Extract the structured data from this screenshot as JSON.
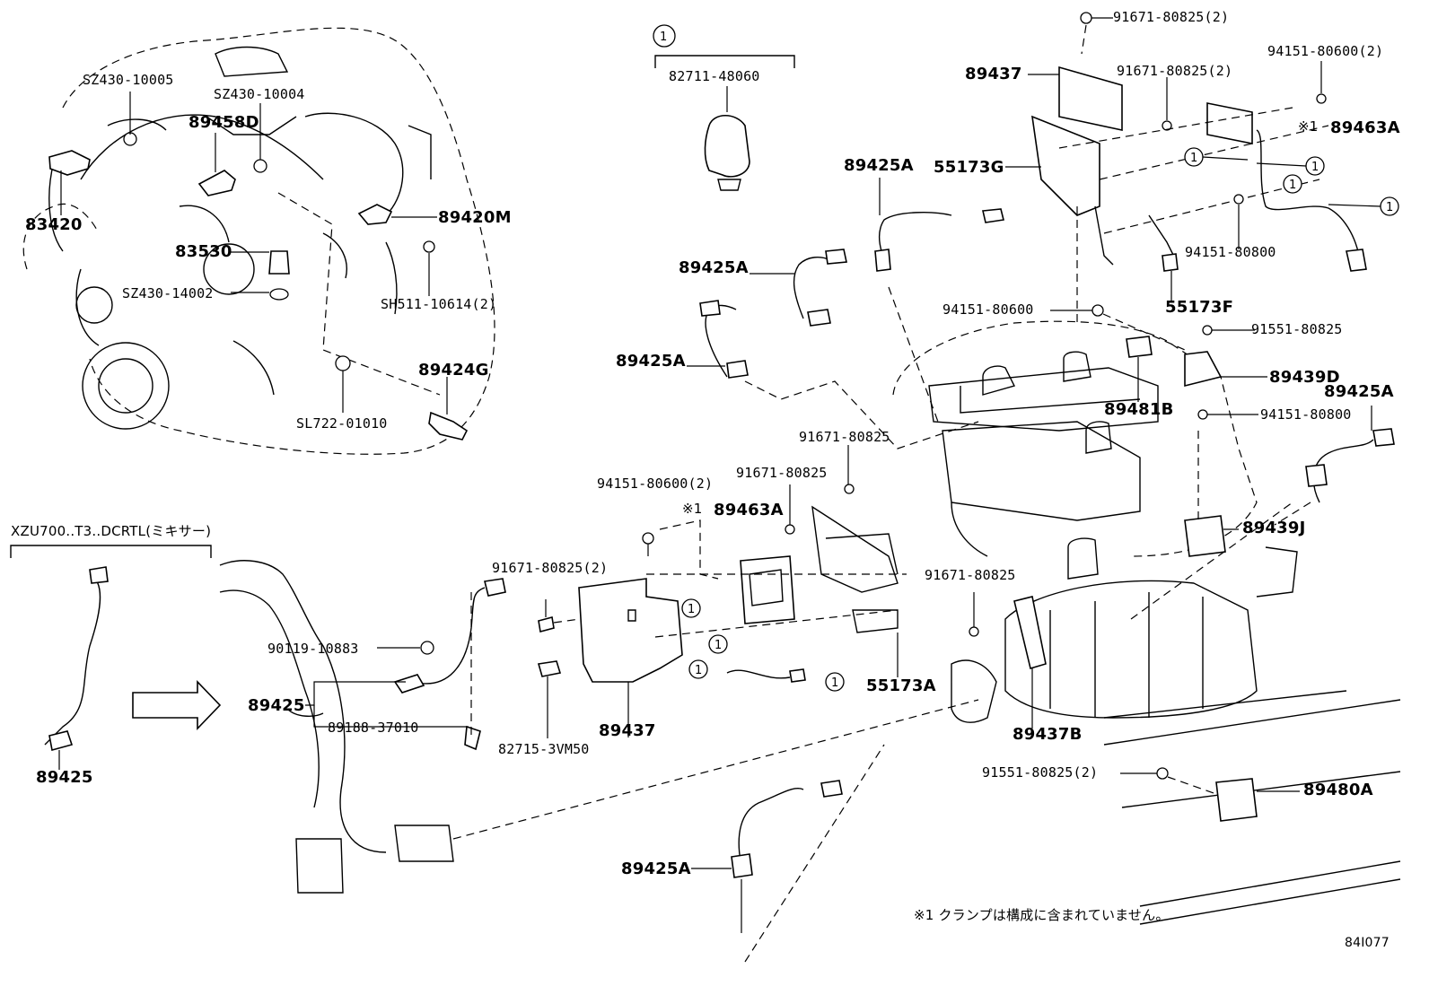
{
  "diagram": {
    "labels": {
      "sz430_10005": "SZ430-10005",
      "sz430_10004": "SZ430-10004",
      "p89458d": "89458D",
      "p83420": "83420",
      "p89420m": "89420M",
      "p83530": "83530",
      "sz430_14002": "SZ430-14002",
      "sh511_10614": "SH511-10614(2)",
      "p89424g": "89424G",
      "sl722_01010": "SL722-01010",
      "xzu_note": "XZU700..T3..DCRTL(ミキサー)",
      "p89425_left": "89425",
      "p89425_center": "89425",
      "p90119_10883": "90119-10883",
      "p89188_37010": "89188-37010",
      "p82715_3vm50": "82715-3VM50",
      "p91671_80825_2_mid": "91671-80825(2)",
      "p89437_mid": "89437",
      "p94151_80600_2_mid": "94151-80600(2)",
      "p89463a_mid": "89463A",
      "star1_mid": "※1",
      "p91671_80825_a": "91671-80825",
      "p91671_80825_b": "91671-80825",
      "p55173a": "55173A",
      "p82711_48060": "82711-48060",
      "circle_top": "1",
      "p89425a_1": "89425A",
      "p89425a_2": "89425A",
      "p89425a_3": "89425A",
      "p89425a_4": "89425A",
      "p89425a_bottom": "89425A",
      "p91671_80825_2_top": "91671-80825(2)",
      "p89437_top": "89437",
      "p91671_80825_2_top2": "91671-80825(2)",
      "p94151_80600_2_top": "94151-80600(2)",
      "star1_top": "※1",
      "p89463a_top": "89463A",
      "p55173g": "55173G",
      "p94151_80800_a": "94151-80800",
      "p55173f": "55173F",
      "p94151_80600": "94151-80600",
      "p91551_80825": "91551-80825",
      "p89439d": "89439D",
      "p89481b": "89481B",
      "p94151_80800_b": "94151-80800",
      "p89439j": "89439J",
      "p91671_80825_c": "91671-80825",
      "p89437b": "89437B",
      "p91551_80825_2": "91551-80825(2)",
      "p89480a": "89480A",
      "footnote": "※1 クランプは構成に含まれていません。",
      "figure_code": "84I077"
    },
    "callout_number": "1"
  }
}
